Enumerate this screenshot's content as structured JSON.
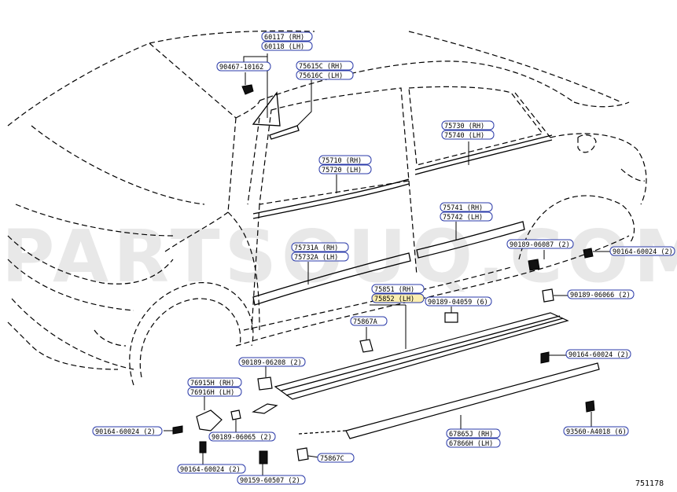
{
  "watermark": "PARTSOUQ.COM",
  "figure_number": "751178",
  "labels": {
    "l60117": "60117 (RH)",
    "l60118": "60118 (LH)",
    "l90467": "90467-10162",
    "l75615": "75615C (RH)",
    "l75616": "75616C (LH)",
    "l75730": "75730 (RH)",
    "l75740": "75740 (LH)",
    "l75710": "75710 (RH)",
    "l75720": "75720 (LH)",
    "l75741": "75741 (RH)",
    "l75742": "75742 (LH)",
    "l75731": "75731A (RH)",
    "l75732": "75732A (LH)",
    "l75851": "75851 (RH)",
    "l75852": "75852 (LH)",
    "l75867a": "75867A",
    "l90189_04059": "90189-04059 (6)",
    "l90189_06087": "90189-06087 (2)",
    "l90164_right1": "90164-60024 (2)",
    "l90189_06066": "90189-06066 (2)",
    "l90164_right2": "90164-60024 (2)",
    "l90189_06208": "90189-06208 (2)",
    "l76915": "76915H (RH)",
    "l76916": "76916H (LH)",
    "l90164_left": "90164-60024 (2)",
    "l90189_06065": "90189-06065 (2)",
    "l90164_bottom": "90164-60024 (2)",
    "l90159": "90159-60507 (2)",
    "l75867c": "75867C",
    "l67865": "67865J (RH)",
    "l67866": "67866H (LH)",
    "l93560": "93560-A4018 (6)"
  }
}
